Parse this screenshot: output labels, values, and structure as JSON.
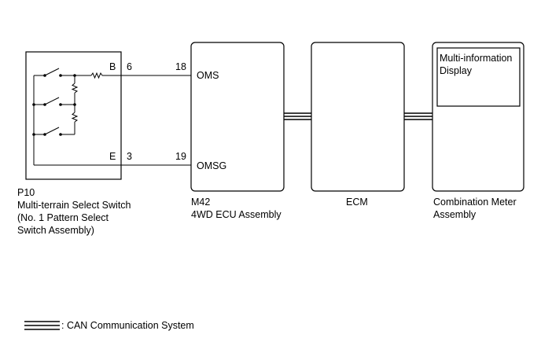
{
  "components": {
    "switch": {
      "code": "P10",
      "name_lines": [
        "Multi-terrain Select Switch",
        "(No. 1 Pattern Select",
        "Switch Assembly)"
      ],
      "terminals": {
        "top": "B",
        "bottom": "E"
      },
      "pins": {
        "top": "6",
        "bottom": "3"
      }
    },
    "ecu4wd": {
      "code": "M42",
      "name": "4WD ECU Assembly",
      "pins": {
        "top": "18",
        "bottom": "19"
      },
      "signals": {
        "top": "OMS",
        "bottom": "OMSG"
      }
    },
    "ecm": {
      "name": "ECM"
    },
    "meter": {
      "name_lines": [
        "Combination Meter",
        "Assembly"
      ],
      "display_lines": [
        "Multi-information",
        "Display"
      ]
    }
  },
  "legend": {
    "label": ": CAN Communication System"
  }
}
